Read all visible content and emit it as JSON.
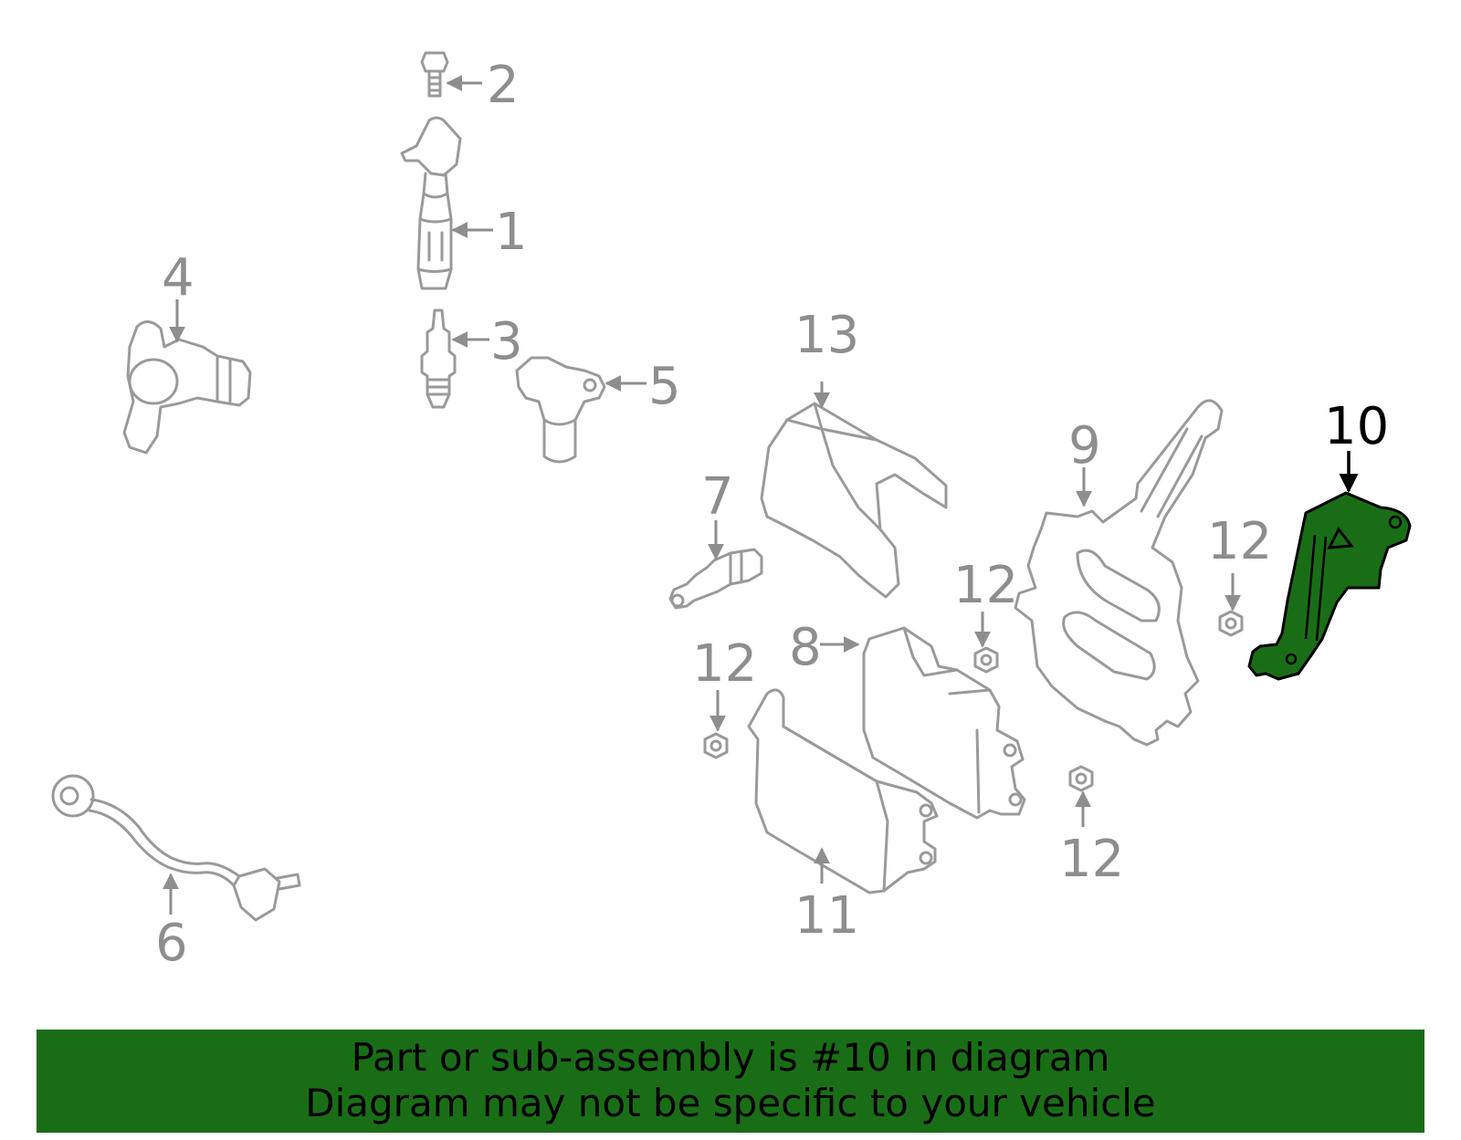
{
  "callouts": {
    "c1": "1",
    "c2": "2",
    "c3": "3",
    "c4": "4",
    "c5": "5",
    "c6": "6",
    "c7": "7",
    "c8": "8",
    "c9": "9",
    "c10": "10",
    "c11": "11",
    "c12a": "12",
    "c12b": "12",
    "c12c": "12",
    "c12d": "12",
    "c13": "13"
  },
  "highlight": {
    "part": "10",
    "color": "#1a6d17"
  },
  "banner": {
    "line1": "Part or sub-assembly is #10 in diagram",
    "line2": "Diagram may not be specific to your vehicle"
  }
}
